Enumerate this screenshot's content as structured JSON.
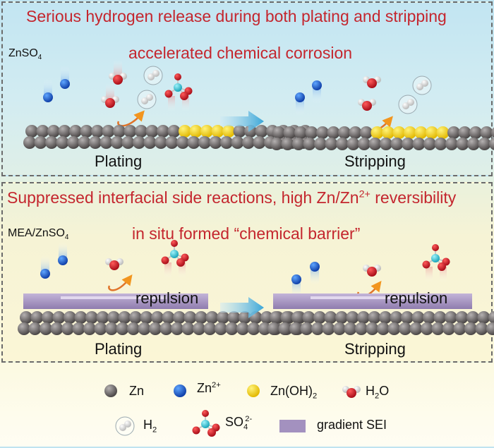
{
  "top_panel": {
    "title": "Serious hydrogen release during both plating and stripping",
    "electrolyte": "ZnSO",
    "electrolyte_sub": "4",
    "subtitle": "accelerated chemical corrosion",
    "left_stage": "Plating",
    "right_stage": "Stripping"
  },
  "bottom_panel": {
    "title_pre": "Suppressed interfacial side reactions, high Zn/Zn",
    "title_sup": "2+",
    "title_post": " reversibility",
    "electrolyte": "MEA/ZnSO",
    "electrolyte_sub": "4",
    "subtitle": "in situ formed “chemical barrier”",
    "left_stage": "Plating",
    "right_stage": "Stripping",
    "repulsion_label": "repulsion"
  },
  "legend": {
    "zn": "Zn",
    "zn2": "Zn",
    "zn2_sup": "2+",
    "znoh": "Zn(OH)",
    "znoh_sub": "2",
    "h2o_pre": "H",
    "h2o_sub": "2",
    "h2o_post": "O",
    "h2": "H",
    "h2_sub": "2",
    "so4": "SO",
    "so4_sub": "4",
    "so4_sup": "2-",
    "sei": "gradient SEI"
  },
  "colors": {
    "title_red": "#c4262e",
    "zn_gray": "#6e6a6a",
    "zn2_blue": "#1f5fd0",
    "znoh_yellow": "#f5d400",
    "oxygen_red": "#d01c28",
    "sulfur_cyan": "#33c6d6",
    "sei_purple": "#a391bf",
    "arrow_blue": "#3aa6d8",
    "reaction_arrow": "#e0742a"
  }
}
